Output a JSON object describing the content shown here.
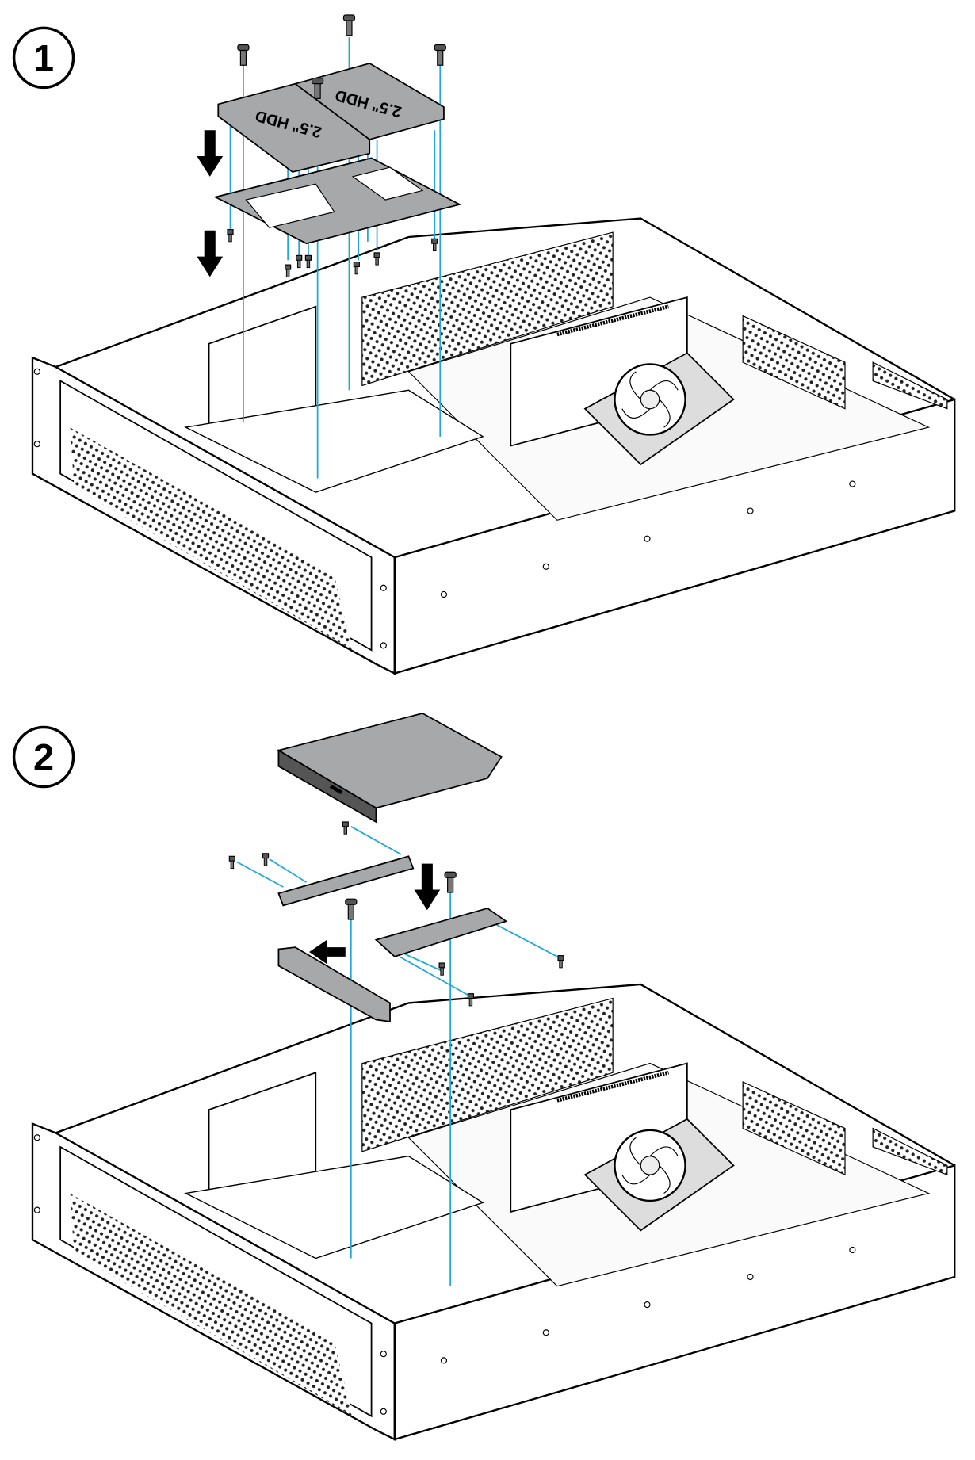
{
  "steps": [
    {
      "number": "1",
      "hdd_labels": [
        "2.5\" HDD",
        "2.5\" HDD"
      ]
    },
    {
      "number": "2"
    }
  ],
  "colors": {
    "guide_line": "#1fa8d8",
    "part_fill": "#a7a8aa",
    "outline": "#000000",
    "background": "#ffffff"
  },
  "icons": [
    "down-arrow-icon",
    "left-arrow-icon",
    "screw-icon",
    "fan-icon"
  ]
}
